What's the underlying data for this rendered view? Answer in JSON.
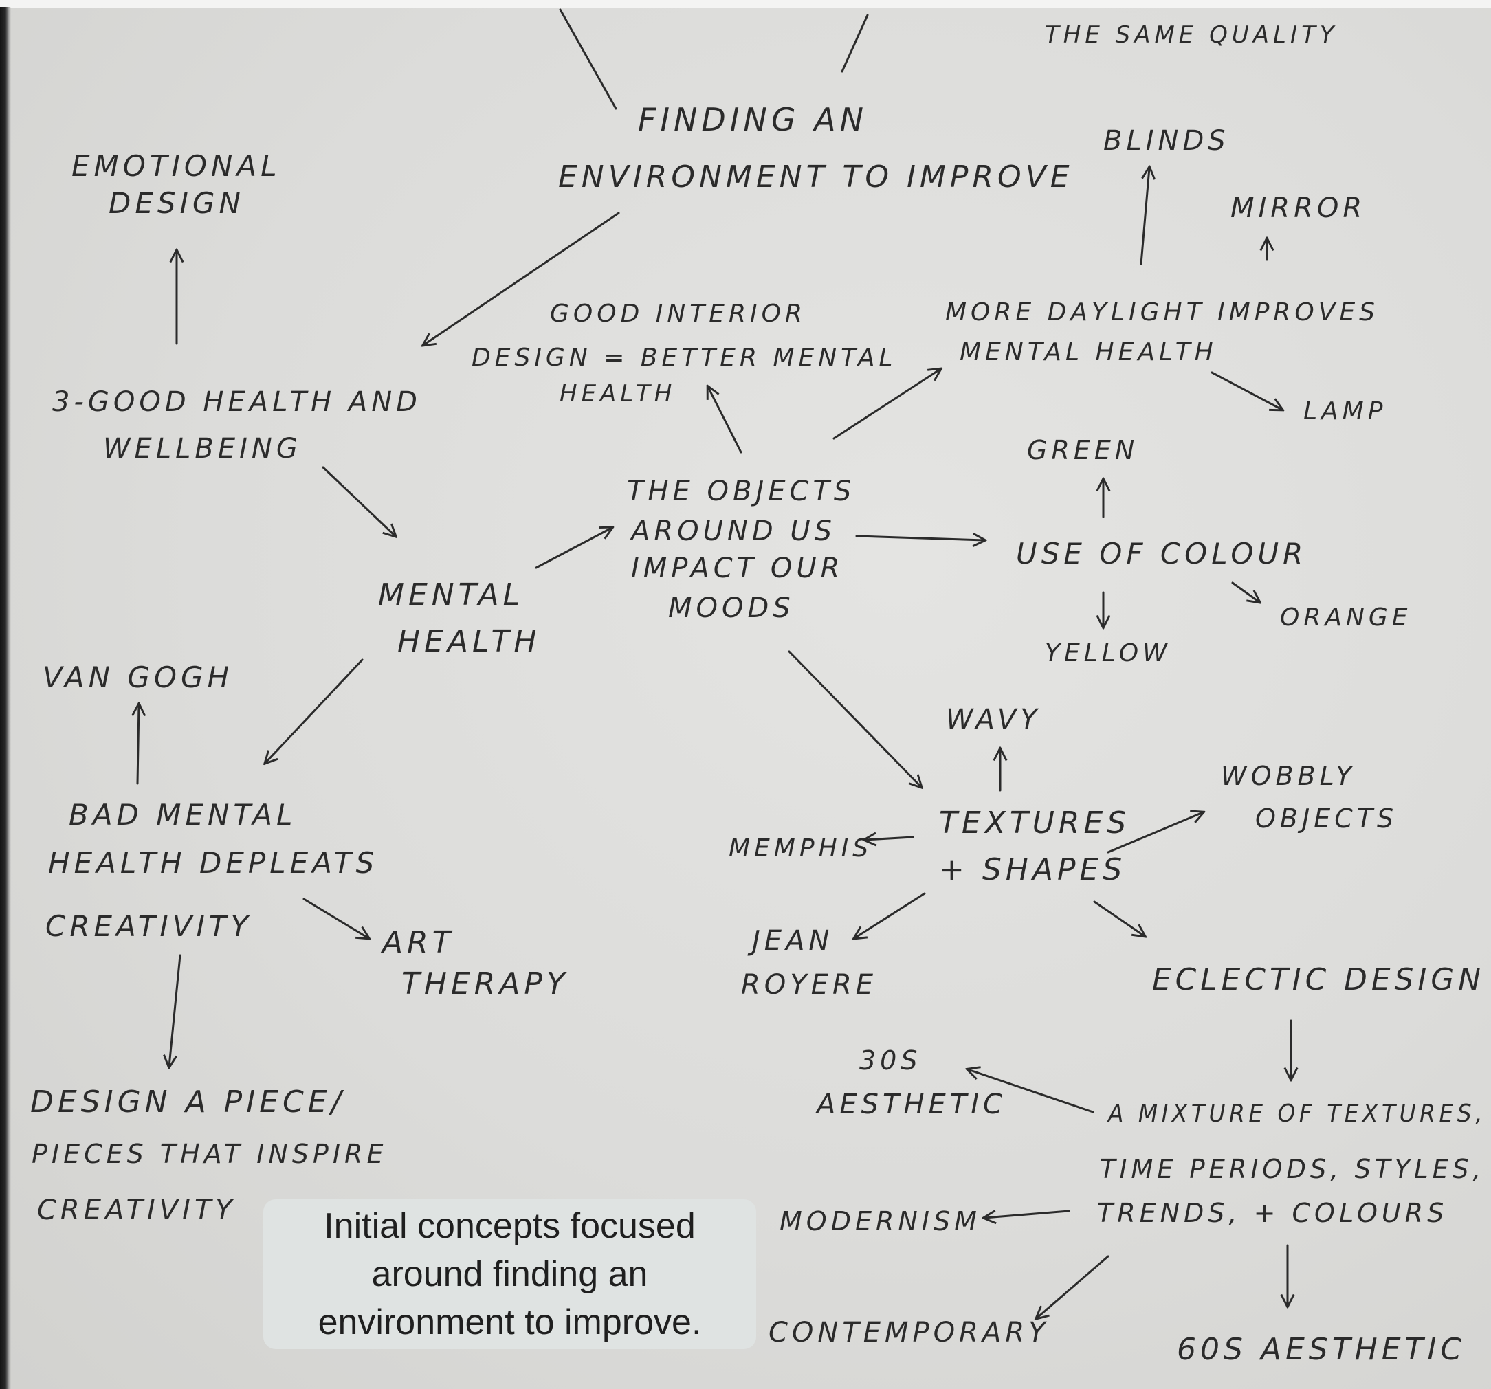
{
  "caption": "Initial concepts focused around finding an environment to improve.",
  "notes": {
    "same_quality": "THE SAME QUALITY",
    "center_1": "FINDING AN",
    "center_2": "ENVIRONMENT TO IMPROVE",
    "emotional_1": "EMOTIONAL",
    "emotional_2": "DESIGN",
    "blinds": "BLINDS",
    "mirror": "MIRROR",
    "good_interior_1": "GOOD INTERIOR",
    "good_interior_2": "DESIGN = BETTER MENTAL",
    "good_interior_3": "HEALTH",
    "daylight_1": "MORE DAYLIGHT IMPROVES",
    "daylight_2": "MENTAL HEALTH",
    "good_health_1": "3-GOOD HEALTH AND",
    "good_health_2": "WELLBEING",
    "lamp": "LAMP",
    "green": "GREEN",
    "objects_1": "THE OBJECTS",
    "objects_2": "AROUND US",
    "objects_3": "IMPACT OUR",
    "objects_4": "MOODS",
    "colour": "USE OF COLOUR",
    "mental_1": "MENTAL",
    "mental_2": "HEALTH",
    "orange": "ORANGE",
    "yellow": "YELLOW",
    "van_gogh": "VAN GOGH",
    "wavy": "WAVY",
    "bad_mental_1": "BAD MENTAL",
    "bad_mental_2": "HEALTH DEPLEATS",
    "bad_mental_3": "CREATIVITY",
    "wobbly_1": "WOBBLY",
    "wobbly_2": "OBJECTS",
    "textures_1": "TEXTURES",
    "textures_2": "+ SHAPES",
    "memphis": "MEMPHIS",
    "art_therapy_1": "ART",
    "art_therapy_2": "THERAPY",
    "jean_1": "JEAN",
    "jean_2": "ROYERE",
    "eclectic": "ECLECTIC DESIGN",
    "s30_1": "30S",
    "s30_2": "AESTHETIC",
    "design_piece_1": "DESIGN A PIECE/",
    "design_piece_2": "PIECES THAT INSPIRE",
    "design_piece_3": "CREATIVITY",
    "mixture_1": "A MIXTURE OF TEXTURES,",
    "mixture_2": "TIME PERIODS, STYLES,",
    "mixture_3": "TRENDS, + COLOURS",
    "modernism": "MODERNISM",
    "contemporary": "CONTEMPORARY",
    "s60": "60S AESTHETIC"
  },
  "colors": {
    "ink": "#2b2b2b",
    "paper": "#dcdcda",
    "caption_bg": "#dfe3e2"
  }
}
